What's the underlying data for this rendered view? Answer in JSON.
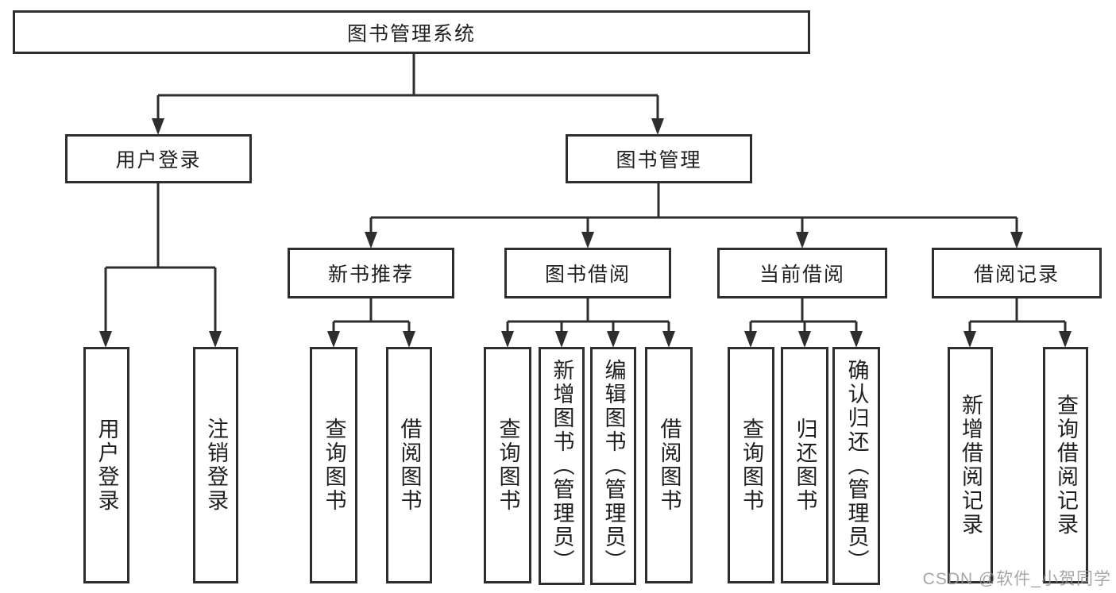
{
  "diagram_type": "hierarchy-tree",
  "tree": {
    "root": {
      "label": "图书管理系统",
      "children": [
        {
          "label": "用户登录",
          "children": [
            {
              "label": "用户登录"
            },
            {
              "label": "注销登录"
            }
          ]
        },
        {
          "label": "图书管理",
          "children": [
            {
              "label": "新书推荐",
              "children": [
                {
                  "label": "查询图书"
                },
                {
                  "label": "借阅图书"
                }
              ]
            },
            {
              "label": "图书借阅",
              "children": [
                {
                  "label": "查询图书"
                },
                {
                  "label": "新增图书（管理员）"
                },
                {
                  "label": "编辑图书（管理员）"
                },
                {
                  "label": "借阅图书"
                }
              ]
            },
            {
              "label": "当前借阅",
              "children": [
                {
                  "label": "查询图书"
                },
                {
                  "label": "归还图书"
                },
                {
                  "label": "确认归还（管理员）"
                }
              ]
            },
            {
              "label": "借阅记录",
              "children": [
                {
                  "label": "新增借阅记录"
                },
                {
                  "label": "查询借阅记录"
                }
              ]
            }
          ]
        }
      ]
    }
  },
  "watermark": {
    "text": "CSDN @软件_小贺同学"
  },
  "colors": {
    "line": "#2e2e2e",
    "text": "#1f1f1f",
    "box_fill": "#ffffff",
    "watermark": "rgba(150,150,150,0.85)"
  }
}
